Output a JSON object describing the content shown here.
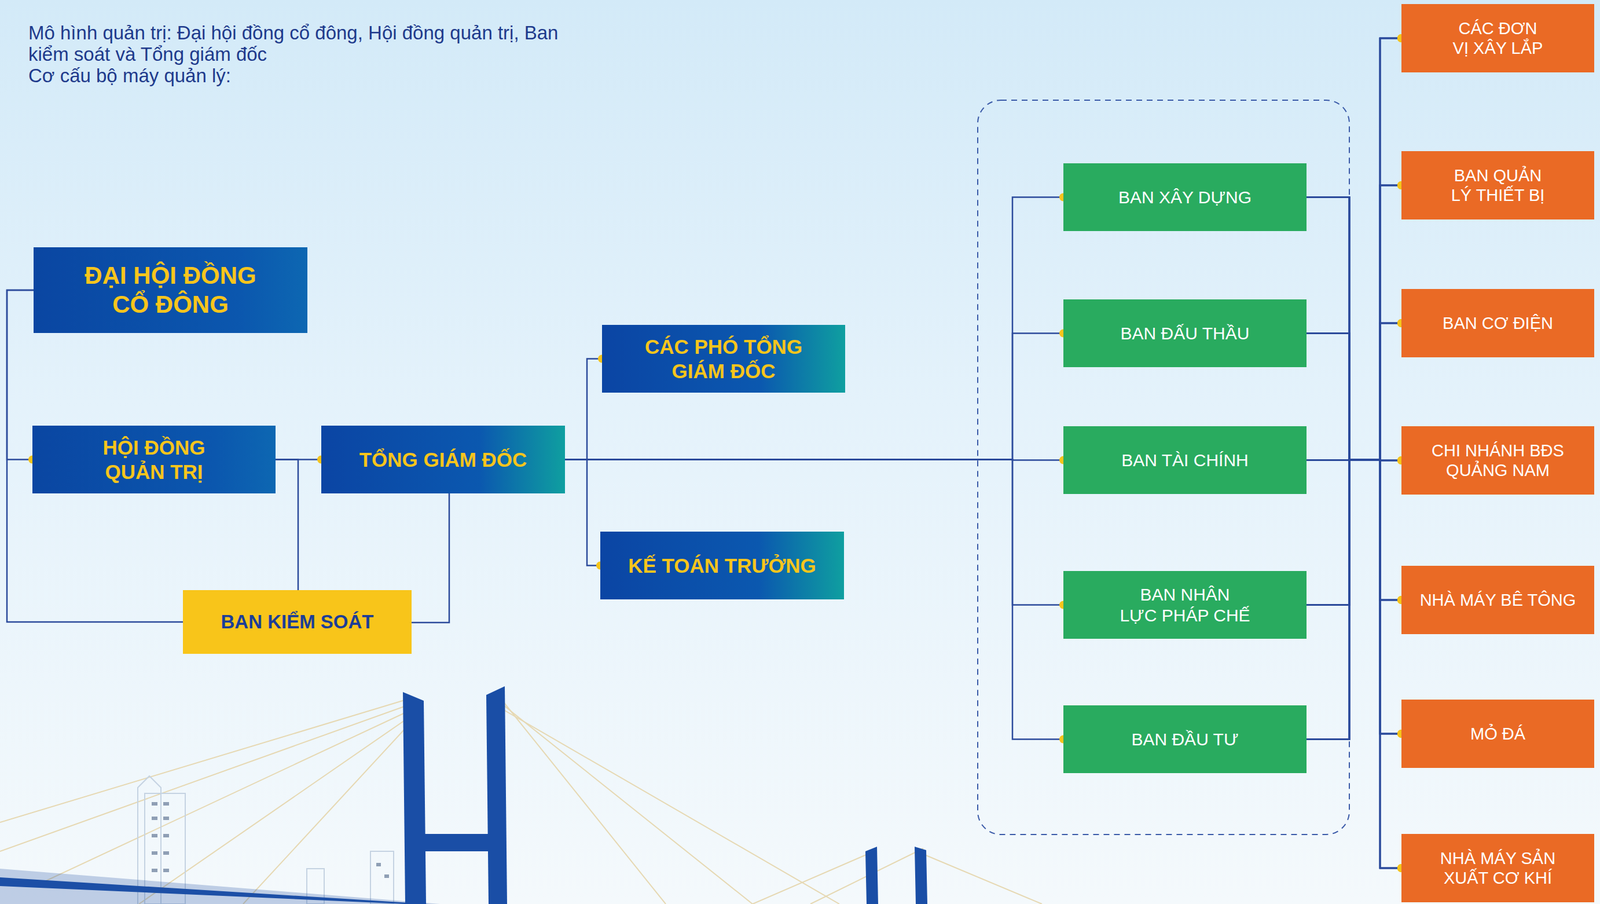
{
  "diagram": {
    "nodes": [
      {
        "text": [
          "ĐẠI HỘI ĐỒNG CỔ ĐÔNG"
        ]
      },
      {
        "text": [
          "HỘI ĐỒNG QUẢN TRỊ"
        ]
      },
      {
        "text": [
          "TỔNG GIÁM ĐỐC"
        ]
      },
      {
        "text": [
          "BAN KIỂM SOÁT"
        ]
      },
      {
        "text": [
          "CÁC PHÓ TỔNG GIÁM ĐỐC"
        ]
      },
      {
        "text": [
          "KẾ TOÁN TRƯỞNG"
        ]
      },
      {
        "text": [
          "BAN XÂY DỰNG"
        ]
      },
      {
        "text": [
          "BAN ĐẤU THẦU"
        ]
      },
      {
        "text": [
          "BAN TÀI CHÍNH"
        ]
      },
      {
        "text": [
          "BAN NHÂN LỰC PHÁP CHẾ"
        ]
      },
      {
        "text": [
          "BAN ĐẦU TƯ"
        ]
      },
      {
        "text": [
          "CÁC ĐƠN VỊ XÂY LẮP"
        ]
      },
      {
        "text": [
          "BAN QUẢN LÝ THIẾT BỊ"
        ]
      },
      {
        "text": [
          "BAN CƠ ĐIỆN"
        ]
      },
      {
        "text": [
          "CHI NHÁNH BĐS QUẢNG NAM"
        ]
      },
      {
        "text": [
          "NHÀ MÁY BÊ TÔNG"
        ]
      },
      {
        "text": [
          "MỎ ĐÁ"
        ]
      },
      {
        "text": [
          "NHÀ MÁY SẢN XUẤT CƠ KHÍ"
        ]
      }
    ],
    "edges": [
      {
        "from": 0,
        "to": 1,
        "arrow": "none"
      },
      {
        "from": 0,
        "to": 3,
        "arrow": "none"
      },
      {
        "from": 1,
        "to": 2,
        "arrow": "none"
      },
      {
        "from": 1,
        "to": 3,
        "arrow": "none"
      },
      {
        "from": 2,
        "to": 3,
        "arrow": "none"
      },
      {
        "from": 2,
        "to": 4,
        "arrow": "none"
      },
      {
        "from": 2,
        "to": 5,
        "arrow": "none"
      },
      {
        "from": 2,
        "to": 6,
        "arrow": "none"
      },
      {
        "from": 2,
        "to": 7,
        "arrow": "none"
      },
      {
        "from": 2,
        "to": 8,
        "arrow": "none"
      },
      {
        "from": 2,
        "to": 9,
        "arrow": "none"
      },
      {
        "from": 2,
        "to": 10,
        "arrow": "none"
      },
      {
        "from": 6,
        "to": 11,
        "arrow": "none"
      },
      {
        "from": 6,
        "to": 12,
        "arrow": "none"
      },
      {
        "from": 6,
        "to": 13,
        "arrow": "none"
      },
      {
        "from": 6,
        "to": 14,
        "arrow": "none"
      },
      {
        "from": 6,
        "to": 15,
        "arrow": "none"
      },
      {
        "from": 6,
        "to": 16,
        "arrow": "none"
      },
      {
        "from": 6,
        "to": 17,
        "arrow": "none"
      },
      {
        "from": 7,
        "to": 11,
        "arrow": "none"
      },
      {
        "from": 7,
        "to": 12,
        "arrow": "none"
      },
      {
        "from": 7,
        "to": 13,
        "arrow": "none"
      },
      {
        "from": 7,
        "to": 14,
        "arrow": "none"
      },
      {
        "from": 7,
        "to": 15,
        "arrow": "none"
      },
      {
        "from": 7,
        "to": 16,
        "arrow": "none"
      },
      {
        "from": 7,
        "to": 17,
        "arrow": "none"
      },
      {
        "from": 8,
        "to": 11,
        "arrow": "none"
      },
      {
        "from": 8,
        "to": 12,
        "arrow": "none"
      },
      {
        "from": 8,
        "to": 13,
        "arrow": "none"
      },
      {
        "from": 8,
        "to": 14,
        "arrow": "none"
      },
      {
        "from": 8,
        "to": 15,
        "arrow": "none"
      },
      {
        "from": 8,
        "to": 16,
        "arrow": "none"
      },
      {
        "from": 8,
        "to": 17,
        "arrow": "none"
      },
      {
        "from": 9,
        "to": 11,
        "arrow": "none"
      },
      {
        "from": 9,
        "to": 12,
        "arrow": "none"
      },
      {
        "from": 9,
        "to": 13,
        "arrow": "none"
      },
      {
        "from": 9,
        "to": 14,
        "arrow": "none"
      },
      {
        "from": 9,
        "to": 15,
        "arrow": "none"
      },
      {
        "from": 9,
        "to": 16,
        "arrow": "none"
      },
      {
        "from": 9,
        "to": 17,
        "arrow": "none"
      },
      {
        "from": 10,
        "to": 11,
        "arrow": "none"
      },
      {
        "from": 10,
        "to": 12,
        "arrow": "none"
      },
      {
        "from": 10,
        "to": 13,
        "arrow": "none"
      },
      {
        "from": 10,
        "to": 14,
        "arrow": "none"
      },
      {
        "from": 10,
        "to": 15,
        "arrow": "none"
      },
      {
        "from": 10,
        "to": 16,
        "arrow": "none"
      },
      {
        "from": 10,
        "to": 17,
        "arrow": "none"
      }
    ],
    "labels": [
      "Mô hình quản trị: Đại hội đồng cổ đông, Hội đồng quản trị, Ban kiểm soát và Tổng giám đốc",
      "Cơ cấu bộ máy quản lý:"
    ]
  }
}
